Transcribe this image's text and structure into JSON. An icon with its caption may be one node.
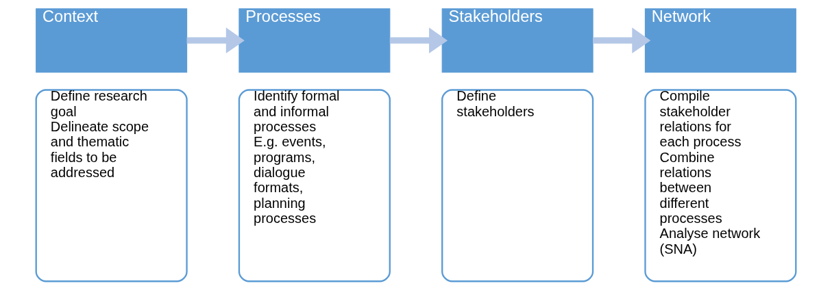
{
  "diagram": {
    "nodes": [
      {
        "text": [
          "Context"
        ]
      },
      {
        "text": [
          "Processes"
        ]
      },
      {
        "text": [
          "Stakeholders"
        ]
      },
      {
        "text": [
          "Network"
        ]
      },
      {
        "text": [
          "Define research goal",
          "Delineate scope and thematic fields to be addressed"
        ]
      },
      {
        "text": [
          "Identify formal and informal processes",
          "E.g. events, programs, dialogue formats, planning processes"
        ]
      },
      {
        "text": [
          "Define stakeholders"
        ]
      },
      {
        "text": [
          "Compile stakeholder relations for each process",
          "Combine relations between different processes",
          "Analyse network (SNA)"
        ]
      }
    ],
    "edges": [
      {
        "from": 0,
        "to": 1,
        "arrow": "to"
      },
      {
        "from": 1,
        "to": 2,
        "arrow": "to"
      },
      {
        "from": 2,
        "to": 3,
        "arrow": "to"
      }
    ]
  }
}
